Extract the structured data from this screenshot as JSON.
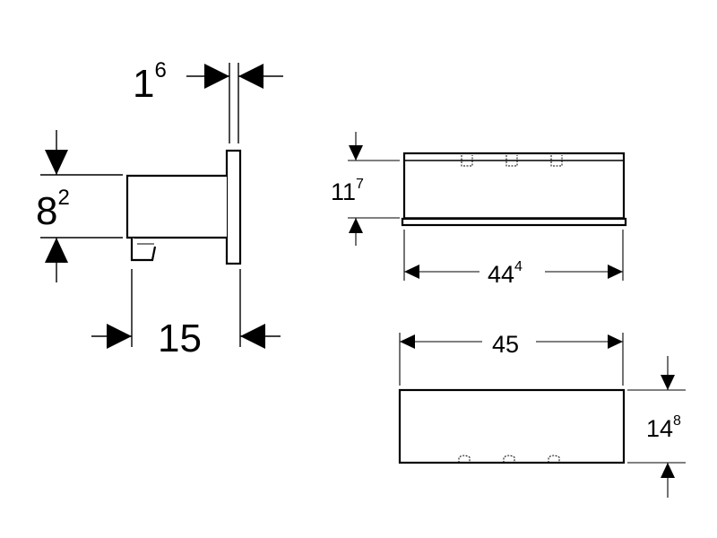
{
  "dimensions": {
    "side_thickness": {
      "base": "1",
      "sup": "6"
    },
    "side_height": {
      "base": "8",
      "sup": "2"
    },
    "side_depth": {
      "base": "15",
      "sup": ""
    },
    "front_height": {
      "base": "11",
      "sup": "7"
    },
    "front_width": {
      "base": "44",
      "sup": "4"
    },
    "bottom_width": {
      "base": "45",
      "sup": ""
    },
    "bottom_height": {
      "base": "14",
      "sup": "8"
    }
  }
}
